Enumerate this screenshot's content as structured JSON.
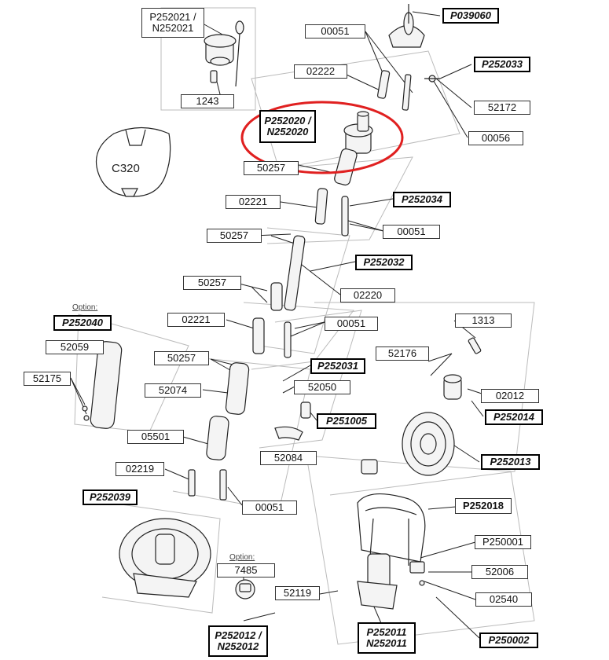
{
  "labels": {
    "p252021": "P252021 /\nN252021",
    "p039060": "P039060",
    "n00051_top": "00051",
    "n02222": "02222",
    "p252033": "P252033",
    "n1243": "1243",
    "n52172": "52172",
    "p252020": "P252020 /\nN252020",
    "n00056": "00056",
    "c320": "C320",
    "n50257_a": "50257",
    "n02221_a": "02221",
    "p252034": "P252034",
    "n50257_b": "50257",
    "n00051_b": "00051",
    "p252032": "P252032",
    "n50257_c": "50257",
    "n02220": "02220",
    "option_1": "Option:",
    "p252040": "P252040",
    "n02221_b": "02221",
    "n00051_c": "00051",
    "n1313": "1313",
    "n52059": "52059",
    "n52176": "52176",
    "n50257_d": "50257",
    "p252031": "P252031",
    "n52175": "52175",
    "n52050": "52050",
    "n52074": "52074",
    "n02012": "02012",
    "p251005": "P251005",
    "p252014": "P252014",
    "n05501": "05501",
    "n52084": "52084",
    "p252013": "P252013",
    "n02219": "02219",
    "p252039": "P252039",
    "n00051_d": "00051",
    "p252018": "P252018",
    "p250001": "P250001",
    "option_2": "Option:",
    "n7485": "7485",
    "n52006": "52006",
    "n52119": "52119",
    "n02540": "02540",
    "p252012": "P252012 /\nN252012",
    "p252011": "P252011\nN252011",
    "p250002": "P250002"
  },
  "colors": {
    "highlight_ring": "#e02020",
    "line": "#222222",
    "part_fill": "#f2f2f2"
  }
}
